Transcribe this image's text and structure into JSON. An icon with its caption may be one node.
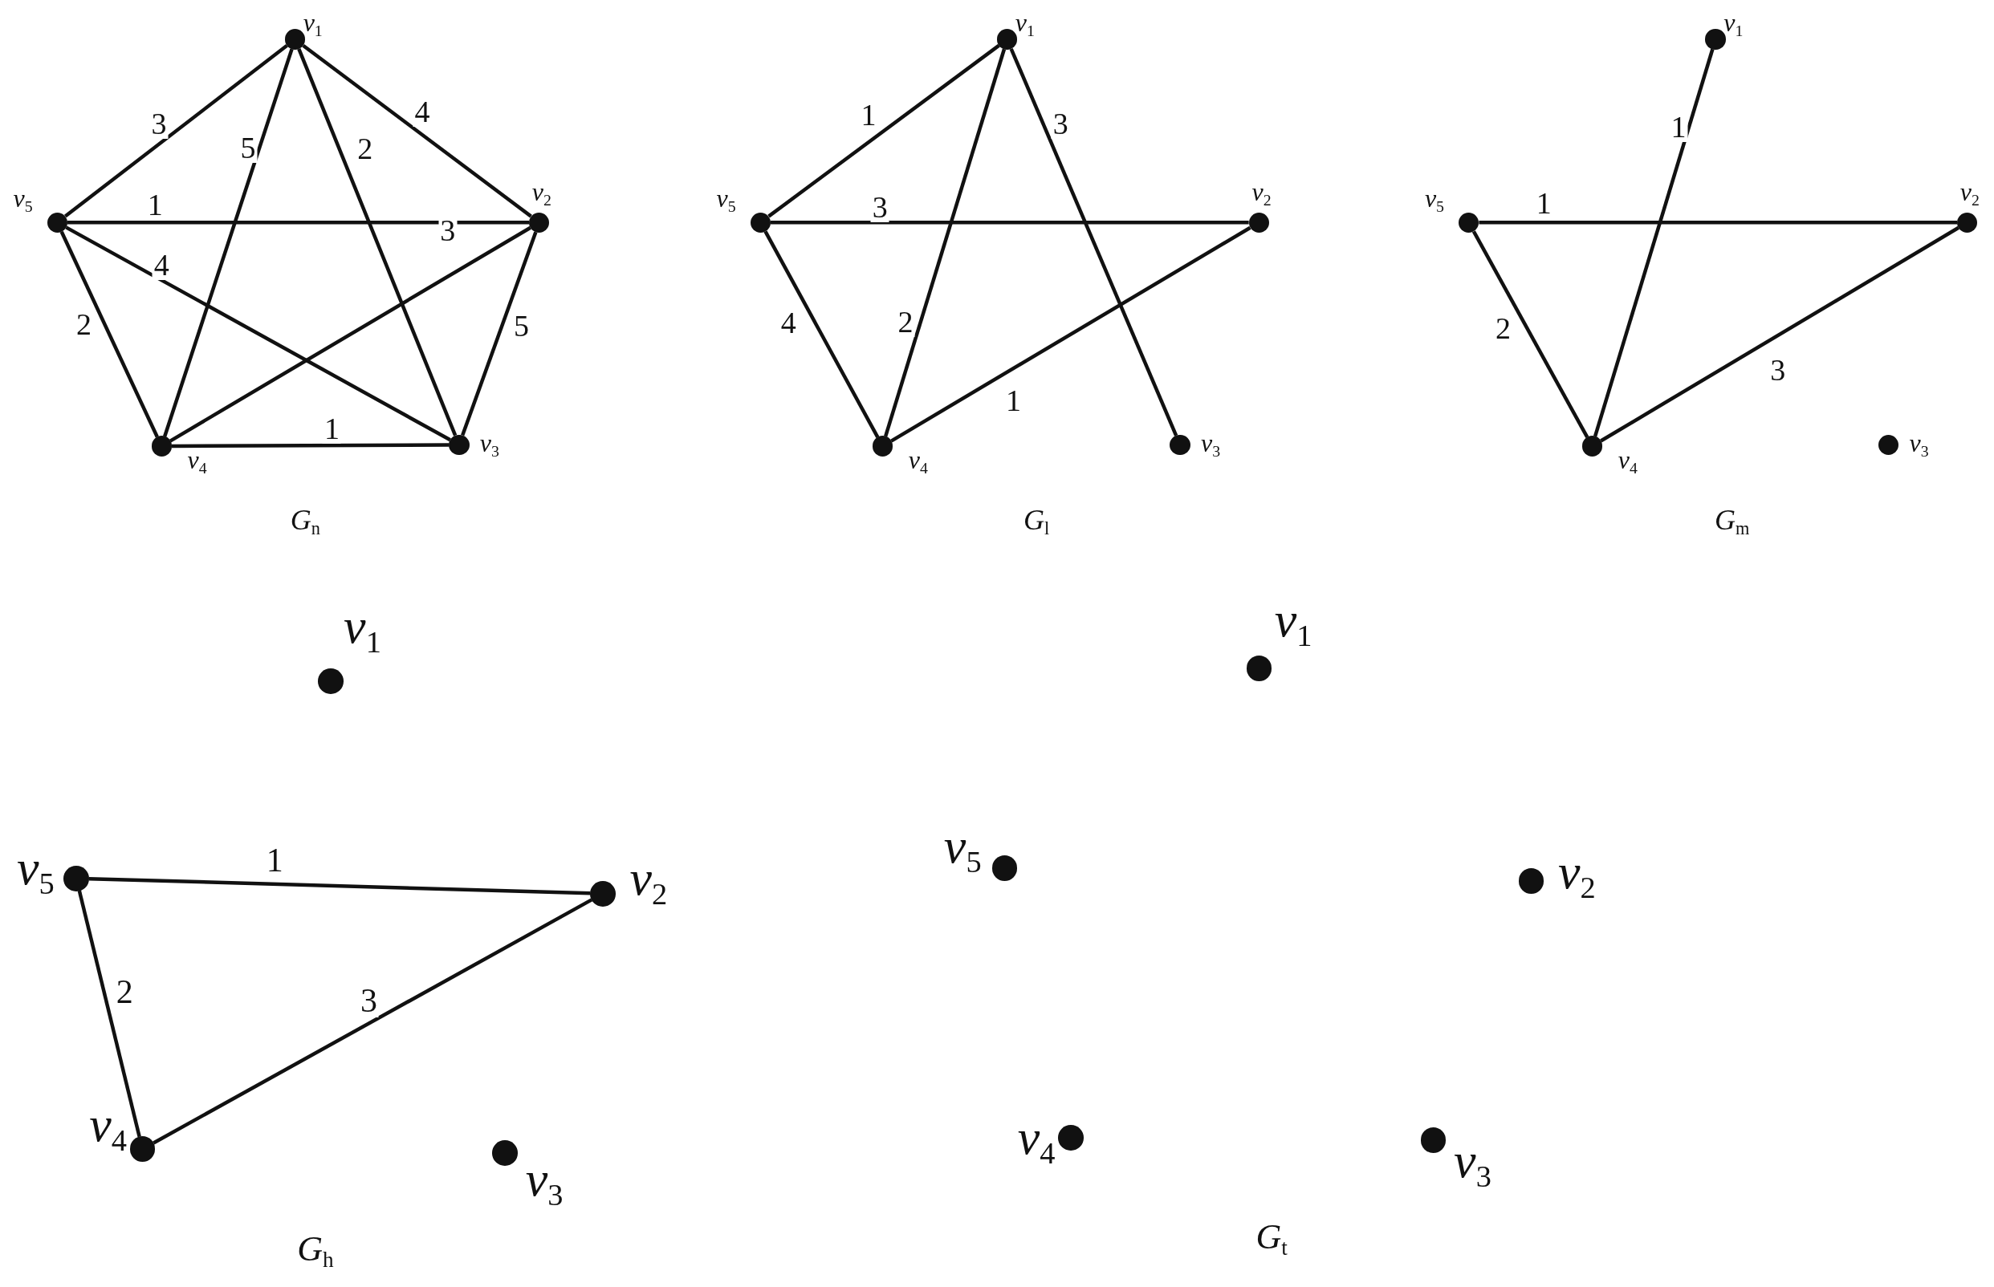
{
  "diagram": {
    "nodes": [
      {
        "text": [],
        "shape": "circle",
        "beside": [
          "v$_{1}$"
        ]
      },
      {
        "text": [],
        "shape": "circle",
        "beside": [
          "v$_{2}$"
        ]
      },
      {
        "text": [],
        "shape": "circle",
        "beside": [
          "v$_{3}$"
        ]
      },
      {
        "text": [],
        "shape": "circle",
        "beside": [
          "v$_{4}$"
        ]
      },
      {
        "text": [],
        "shape": "circle",
        "beside": [
          "v$_{5}$"
        ]
      },
      {
        "text": [],
        "shape": "circle",
        "beside": [
          "v$_{1}$"
        ]
      },
      {
        "text": [],
        "shape": "circle",
        "beside": [
          "v$_{2}$"
        ]
      },
      {
        "text": [],
        "shape": "circle",
        "beside": [
          "v$_{3}$"
        ]
      },
      {
        "text": [],
        "shape": "circle",
        "beside": [
          "v$_{4}$"
        ]
      },
      {
        "text": [],
        "shape": "circle",
        "beside": [
          "v$_{5}$"
        ]
      },
      {
        "text": [],
        "shape": "circle",
        "beside": [
          "v$_{1}$"
        ]
      },
      {
        "text": [],
        "shape": "circle",
        "beside": [
          "v$_{2}$"
        ]
      },
      {
        "text": [],
        "shape": "circle",
        "beside": [
          "v$_{3}$"
        ]
      },
      {
        "text": [],
        "shape": "circle",
        "beside": [
          "v$_{4}$"
        ]
      },
      {
        "text": [],
        "shape": "circle",
        "beside": [
          "v$_{5}$"
        ]
      },
      {
        "text": [],
        "shape": "circle",
        "beside": [
          "v$_{1}$"
        ]
      },
      {
        "text": [],
        "shape": "circle",
        "beside": [
          "v$_{2}$"
        ]
      },
      {
        "text": [],
        "shape": "circle",
        "beside": [
          "v$_{3}$"
        ]
      },
      {
        "text": [],
        "shape": "circle",
        "beside": [
          "v$_{4}$"
        ]
      },
      {
        "text": [],
        "shape": "circle",
        "beside": [
          "v$_{5}$"
        ]
      },
      {
        "text": [],
        "shape": "circle",
        "beside": [
          "v$_{1}$"
        ]
      },
      {
        "text": [],
        "shape": "circle",
        "beside": [
          "v$_{2}$"
        ]
      },
      {
        "text": [],
        "shape": "circle",
        "beside": [
          "v$_{3}$"
        ]
      },
      {
        "text": [],
        "shape": "circle",
        "beside": [
          "v$_{4}$"
        ]
      },
      {
        "text": [],
        "shape": "circle",
        "beside": [
          "v$_{5}$"
        ]
      }
    ],
    "edges": [
      {
        "from": 0,
        "to": 4,
        "arrow": "none",
        "label": "3"
      },
      {
        "from": 0,
        "to": 3,
        "arrow": "none",
        "label": "5"
      },
      {
        "from": 0,
        "to": 2,
        "arrow": "none",
        "label": "2"
      },
      {
        "from": 0,
        "to": 1,
        "arrow": "none",
        "label": "4"
      },
      {
        "from": 4,
        "to": 1,
        "arrow": "none",
        "label": "1"
      },
      {
        "from": 4,
        "to": 2,
        "arrow": "none",
        "label": "4"
      },
      {
        "from": 1,
        "to": 3,
        "arrow": "none",
        "label": "3"
      },
      {
        "from": 1,
        "to": 2,
        "arrow": "none",
        "label": "5"
      },
      {
        "from": 4,
        "to": 3,
        "arrow": "none",
        "label": "2"
      },
      {
        "from": 3,
        "to": 2,
        "arrow": "none",
        "label": "1"
      },
      {
        "from": 5,
        "to": 9,
        "arrow": "none",
        "label": "1"
      },
      {
        "from": 5,
        "to": 7,
        "arrow": "none",
        "label": "3"
      },
      {
        "from": 9,
        "to": 6,
        "arrow": "none",
        "label": "3"
      },
      {
        "from": 5,
        "to": 8,
        "arrow": "none",
        "label": "2"
      },
      {
        "from": 9,
        "to": 8,
        "arrow": "none",
        "label": "4"
      },
      {
        "from": 8,
        "to": 6,
        "arrow": "none",
        "label": "1"
      },
      {
        "from": 10,
        "to": 13,
        "arrow": "none",
        "label": "1"
      },
      {
        "from": 14,
        "to": 11,
        "arrow": "none",
        "label": "1"
      },
      {
        "from": 14,
        "to": 13,
        "arrow": "none",
        "label": "2"
      },
      {
        "from": 13,
        "to": 11,
        "arrow": "none",
        "label": "3"
      },
      {
        "from": 19,
        "to": 16,
        "arrow": "none",
        "label": "1"
      },
      {
        "from": 19,
        "to": 18,
        "arrow": "none",
        "label": "2"
      },
      {
        "from": 18,
        "to": 16,
        "arrow": "none",
        "label": "3"
      }
    ],
    "labels": [
      "G$_{n}$",
      "G$_{l}$",
      "G$_{m}$",
      "G$_{h}$",
      "G$_{t}$"
    ]
  }
}
